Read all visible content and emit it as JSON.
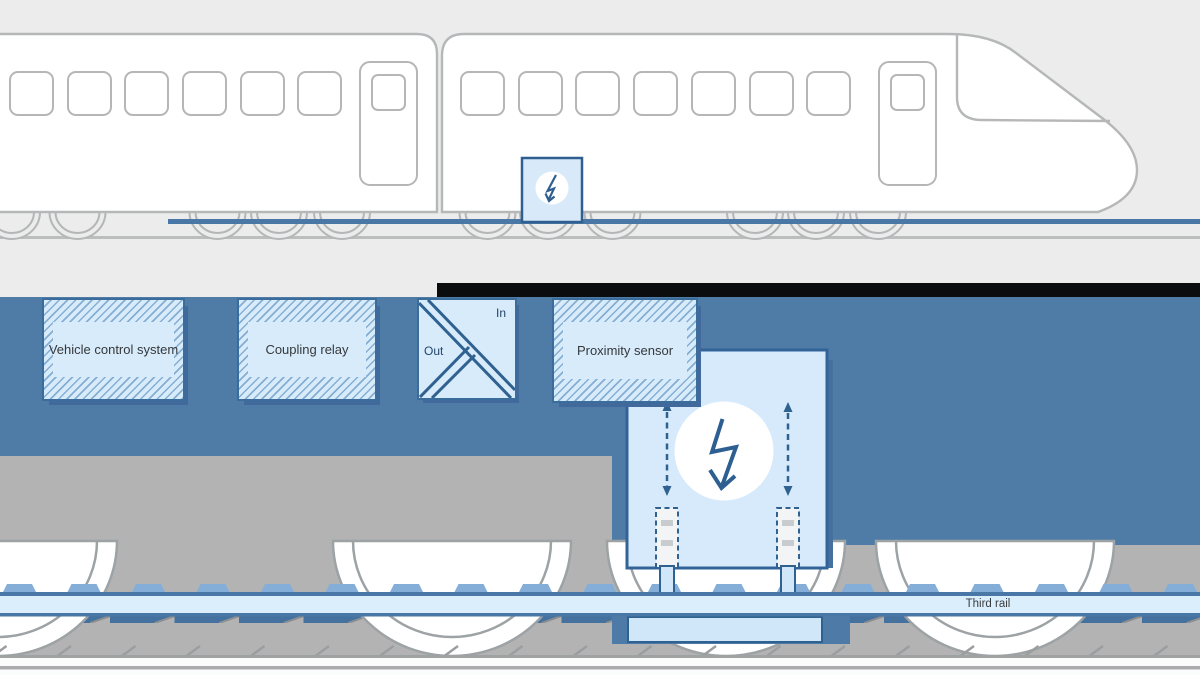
{
  "cutaway": {
    "boxes": {
      "vehicle_control_system": "Vehicle control system",
      "coupling_relay": "Coupling relay",
      "junction": {
        "in_label": "In",
        "out_label": "Out"
      },
      "proximity_sensor": "Proximity sensor"
    },
    "third_rail_label": "Third rail"
  },
  "colors": {
    "background_blue": "#4e7ca7",
    "panel_light_blue": "#d8ebfa",
    "outline_blue": "#2f6191",
    "train_outline_gray": "#b5b7b8",
    "callout_black": "#0a0c0e"
  }
}
